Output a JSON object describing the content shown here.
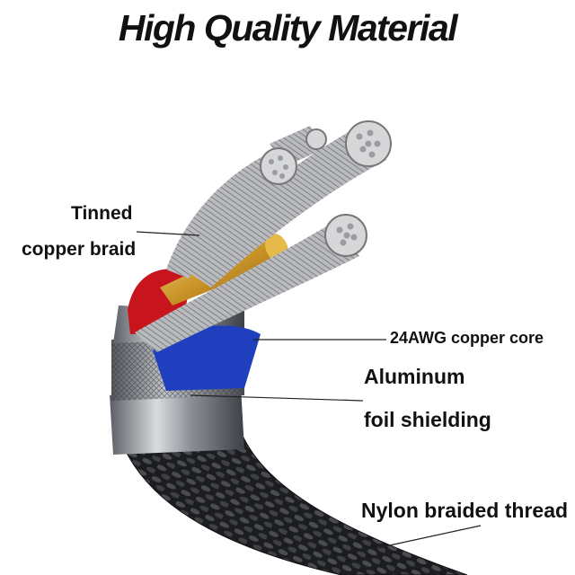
{
  "title": "High Quality Material",
  "labels": {
    "tinned": "Tinned",
    "copper_braid": "copper braid",
    "core": "24AWG copper core",
    "aluminum": "Aluminum",
    "foil": "foil shielding",
    "nylon": "Nylon braided thread"
  },
  "colors": {
    "background": "#ffffff",
    "braid_dark": "#1c1d20",
    "ferrule": "#9ca0a6",
    "red_insulation": "#c8141c",
    "blue_insulation": "#1f3fbf",
    "gold_core": "#d8a63a",
    "silver_strand": "#c9cacc"
  }
}
